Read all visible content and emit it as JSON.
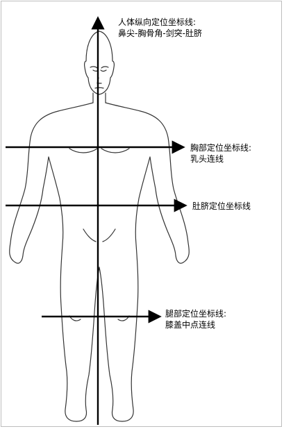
{
  "labels": {
    "vertical": {
      "line1": "人体纵向定位坐标线:",
      "line2": "鼻尖-胸骨角-剑突-肚脐"
    },
    "chest": {
      "line1": "胸部定位坐标线:",
      "line2": "乳头连线"
    },
    "navel": {
      "line1": "肚脐定位坐标线"
    },
    "leg": {
      "line1": "腿部定位坐标线:",
      "line2": "膝盖中点连线"
    }
  },
  "colors": {
    "line": "#000000",
    "outline": "#333333",
    "background": "#ffffff"
  }
}
